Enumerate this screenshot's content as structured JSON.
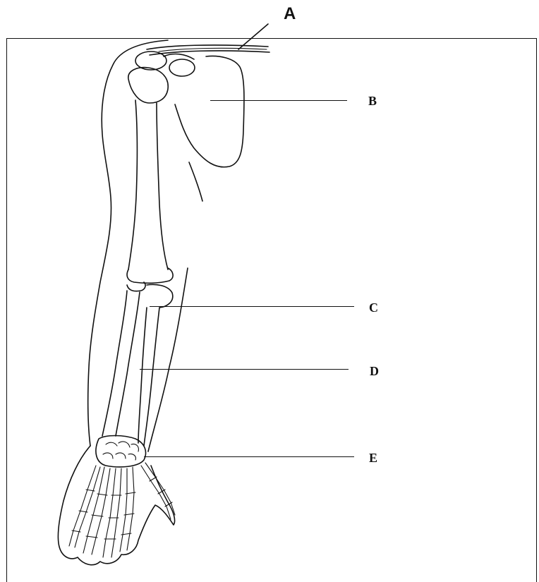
{
  "diagram": {
    "labels": {
      "a": "A",
      "b": "B",
      "c": "C",
      "d": "D",
      "e": "E"
    },
    "colors": {
      "ink": "#111111",
      "paper": "#ffffff"
    }
  }
}
